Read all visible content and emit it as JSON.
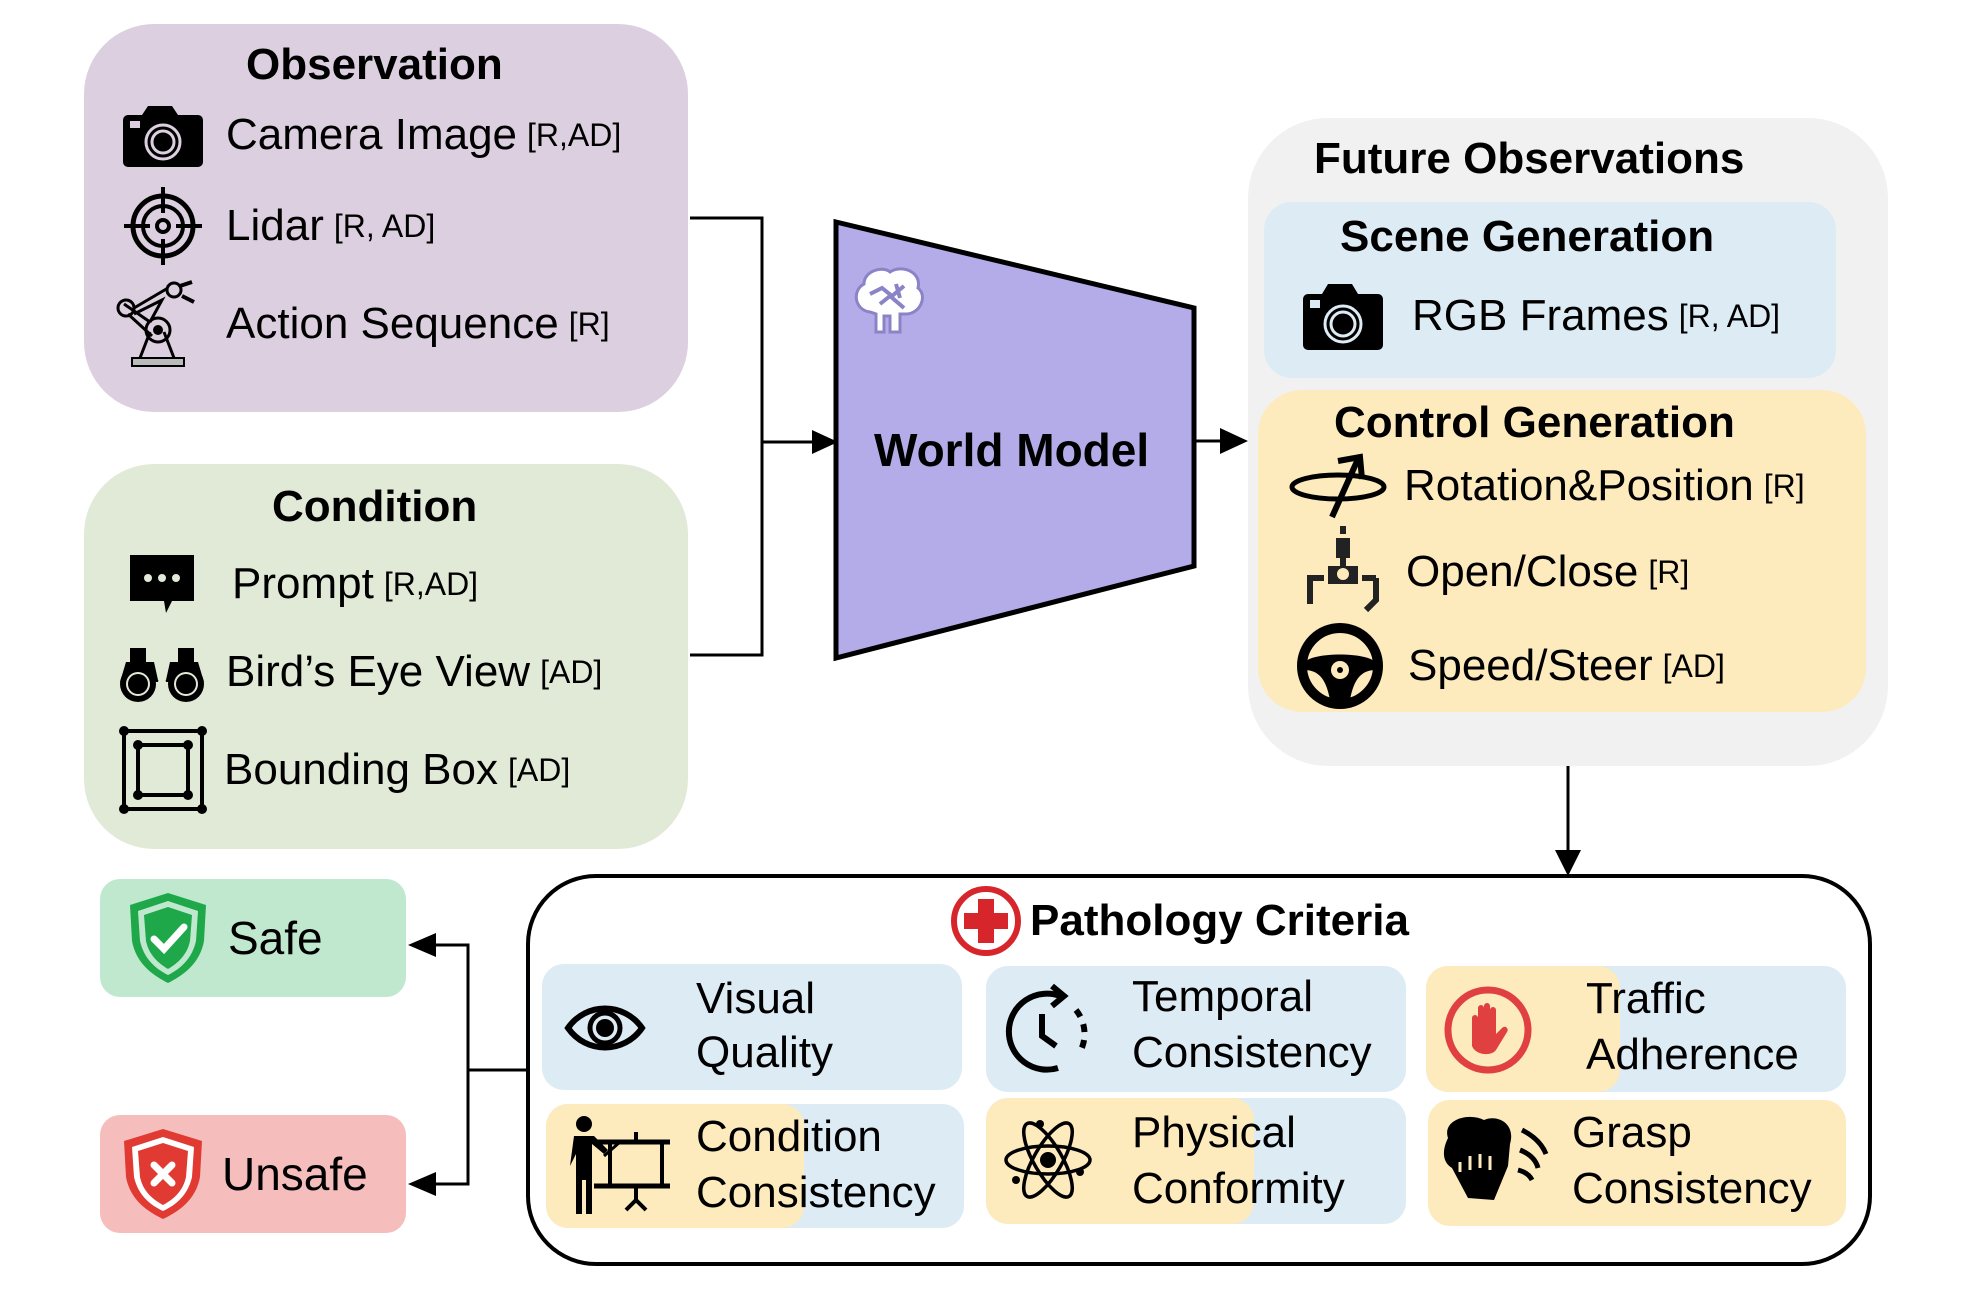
{
  "observation": {
    "title": "Observation",
    "items": [
      {
        "label": "Camera Image",
        "tag": "[R,AD]",
        "icon": "camera-icon"
      },
      {
        "label": "Lidar",
        "tag": "[R, AD]",
        "icon": "crosshair-target-icon"
      },
      {
        "label": "Action Sequence",
        "tag": "[R]",
        "icon": "robot-arm-icon"
      }
    ]
  },
  "condition": {
    "title": "Condition",
    "items": [
      {
        "label": "Prompt",
        "tag": "[R,AD]",
        "icon": "chat-bubble-icon"
      },
      {
        "label": "Bird’s Eye View",
        "tag": "[AD]",
        "icon": "binoculars-icon"
      },
      {
        "label": "Bounding Box",
        "tag": "[AD]",
        "icon": "bounding-box-icon"
      }
    ]
  },
  "world_model": {
    "label": "World Model",
    "icon": "brain-icon"
  },
  "future_observations": {
    "title": "Future Observations",
    "scene_generation": {
      "title": "Scene Generation",
      "items": [
        {
          "label": "RGB Frames",
          "tag": "[R, AD]",
          "icon": "camera-icon"
        }
      ]
    },
    "control_generation": {
      "title": "Control Generation",
      "items": [
        {
          "label": "Rotation&Position",
          "tag": "[R]",
          "icon": "rotation-arrow-icon"
        },
        {
          "label": "Open/Close",
          "tag": "[R]",
          "icon": "gripper-icon"
        },
        {
          "label": "Speed/Steer",
          "tag": "[AD]",
          "icon": "steering-wheel-icon"
        }
      ]
    }
  },
  "pathology": {
    "title": "Pathology Criteria",
    "icon": "medical-cross-icon",
    "criteria": [
      {
        "line1": "Visual",
        "line2": "Quality",
        "icon": "eye-icon",
        "scope": "both-blue"
      },
      {
        "line1": "Temporal",
        "line2": "Consistency",
        "icon": "clock-rotate-icon",
        "scope": "both-blue"
      },
      {
        "line1": "Traffic",
        "line2": "Adherence",
        "icon": "stop-hand-icon",
        "scope": "split"
      },
      {
        "line1": "Condition",
        "line2": "Consistency",
        "icon": "presenter-board-icon",
        "scope": "split"
      },
      {
        "line1": "Physical",
        "line2": "Conformity",
        "icon": "atom-icon",
        "scope": "split"
      },
      {
        "line1": "Grasp",
        "line2": "Consistency",
        "icon": "grasp-hand-icon",
        "scope": "yellow"
      }
    ]
  },
  "outcomes": {
    "safe": {
      "label": "Safe",
      "icon": "shield-check-icon"
    },
    "unsafe": {
      "label": "Unsafe",
      "icon": "shield-x-icon"
    }
  },
  "colors": {
    "observation_bg": "#dccfdf",
    "condition_bg": "#e1ead7",
    "world_model_fill": "#b3ace8",
    "future_bg": "#f1f1f1",
    "scene_bg": "#dcebf4",
    "control_bg": "#fdebbd",
    "criteria_blue": "#dcebf4",
    "criteria_yellow": "#fdebbd",
    "safe_bg": "#bfe8cf",
    "unsafe_bg": "#f6bdbd",
    "safe_icon": "#1fa84a",
    "unsafe_icon": "#e03a32",
    "accent_red": "#d7262b"
  }
}
